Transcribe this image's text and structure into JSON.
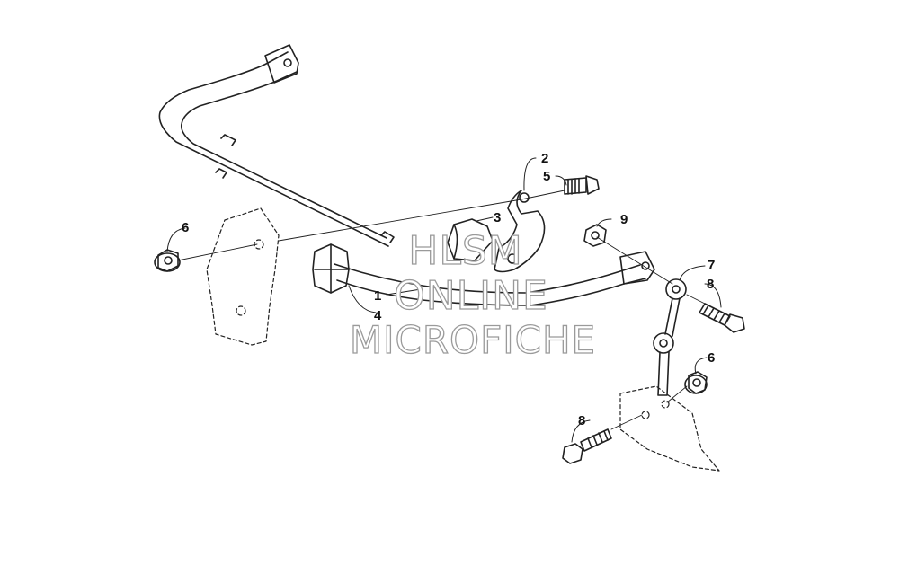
{
  "diagram": {
    "callouts": [
      {
        "id": "c1",
        "text": "1"
      },
      {
        "id": "c2",
        "text": "2"
      },
      {
        "id": "c3",
        "text": "3"
      },
      {
        "id": "c4",
        "text": "4"
      },
      {
        "id": "c5",
        "text": "5"
      },
      {
        "id": "c6a",
        "text": "6"
      },
      {
        "id": "c6b",
        "text": "6"
      },
      {
        "id": "c7",
        "text": "7"
      },
      {
        "id": "c8a",
        "text": "8"
      },
      {
        "id": "c8b",
        "text": "8"
      },
      {
        "id": "c9",
        "text": "9"
      }
    ]
  },
  "watermark": {
    "line1": "HLSM",
    "line2": "ONLINE",
    "line3": "MICROFICHE"
  }
}
